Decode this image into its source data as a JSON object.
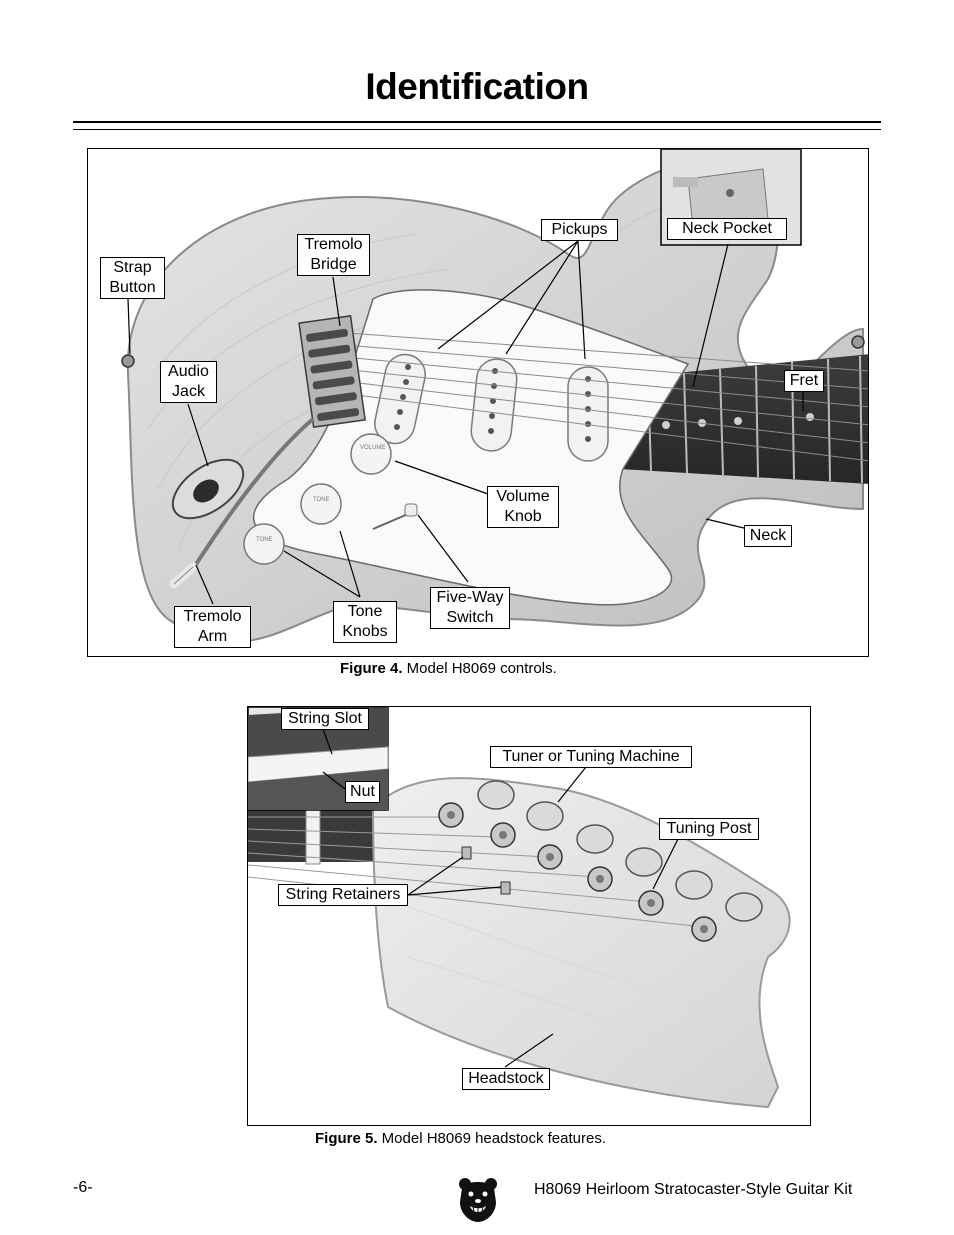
{
  "page": {
    "title": "Identification",
    "page_number": "-6-",
    "footer_title": "H8069 Heirloom Stratocaster-Style Guitar Kit"
  },
  "figure4": {
    "labels": {
      "strap_button": "Strap\nButton",
      "tremolo_bridge": "Tremolo\nBridge",
      "pickups": "Pickups",
      "neck_pocket": "Neck Pocket",
      "audio_jack": "Audio\nJack",
      "fret": "Fret",
      "volume_knob": "Volume\nKnob",
      "neck": "Neck",
      "tremolo_arm": "Tremolo\nArm",
      "tone_knobs": "Tone\nKnobs",
      "five_way_switch": "Five-Way\nSwitch"
    },
    "knob_text": {
      "volume": "VOLUME",
      "tone": "TONE"
    },
    "caption_bold": "Figure 4.",
    "caption_text": " Model H8069 controls."
  },
  "figure5": {
    "labels": {
      "string_slot": "String Slot",
      "nut": "Nut",
      "tuner": "Tuner or Tuning Machine",
      "tuning_post": "Tuning Post",
      "string_retainers": "String Retainers",
      "headstock": "Headstock"
    },
    "caption_bold": "Figure 5.",
    "caption_text": " Model H8069 headstock features."
  },
  "icons": {
    "logo": "bear-logo-icon"
  }
}
